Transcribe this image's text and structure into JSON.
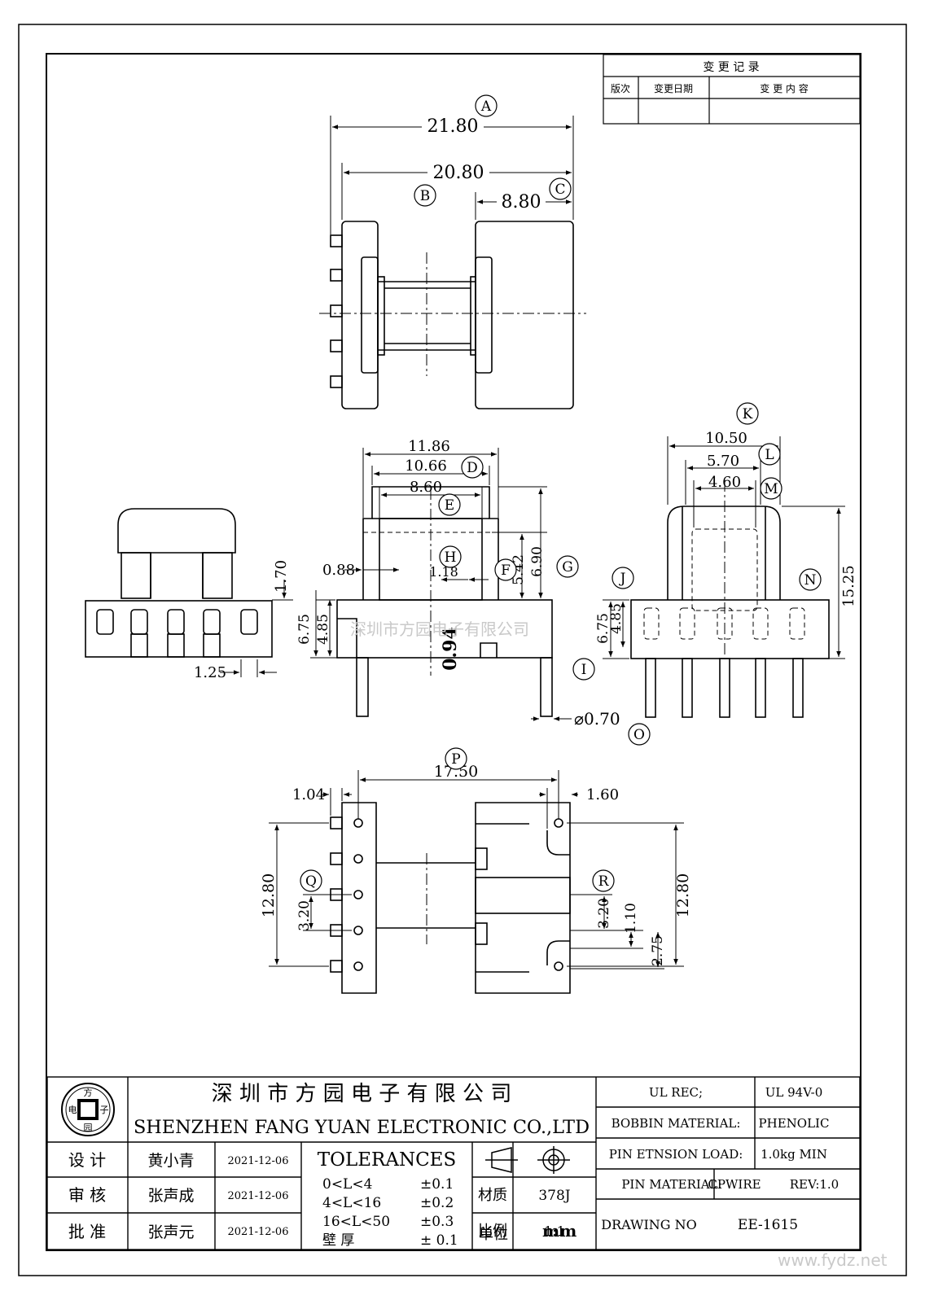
{
  "revision_table": {
    "title": "变 更 记 录",
    "headers": [
      "版次",
      "变更日期",
      "变 更 内 容"
    ]
  },
  "dimensions": {
    "top": {
      "d21_80": "21.80",
      "d20_80": "20.80",
      "d8_80": "8.80"
    },
    "middle": {
      "d11_86": "11.86",
      "d10_66": "10.66",
      "d8_60": "8.60",
      "d0_88": "0.88",
      "d1_18": "1.18",
      "d5_42": "5.42",
      "d6_90": "6.90",
      "d1_70": "1.70",
      "d4_85": "4.85",
      "d6_75": "6.75",
      "d1_25": "1.25",
      "d0_94": "0.94",
      "d0_70": "⌀0.70"
    },
    "right": {
      "d10_50": "10.50",
      "d5_70": "5.70",
      "d4_60": "4.60",
      "d15_25": "15.25",
      "d6_75": "6.75",
      "d4_85": "4.85"
    },
    "bottom": {
      "d17_50": "17.50",
      "d1_04": "1.04",
      "d1_60": "1.60",
      "d12_80a": "12.80",
      "d3_20a": "3.20",
      "d3_20b": "3.20",
      "d1_10": "1.10",
      "d2_75": "2.75",
      "d12_80b": "12.80"
    }
  },
  "callouts": [
    "A",
    "B",
    "C",
    "D",
    "E",
    "F",
    "G",
    "H",
    "I",
    "J",
    "K",
    "L",
    "M",
    "N",
    "O",
    "P",
    "Q",
    "R"
  ],
  "watermarks": {
    "center": "深圳市方园电子有限公司",
    "corner": "www.fydz.net"
  },
  "title_block": {
    "company_cn": "深 圳 市 方 园 电 子 有 限 公 司",
    "company_en": "SHENZHEN FANG YUAN ELECTRONIC CO.,LTD",
    "logo_chars": [
      "方",
      "电",
      "子",
      "园"
    ],
    "roles": [
      {
        "role": "设 计",
        "name": "黄小青",
        "date": "2021-12-06"
      },
      {
        "role": "审 核",
        "name": "张声成",
        "date": "2021-12-06"
      },
      {
        "role": "批 准",
        "name": "张声元",
        "date": "2021-12-06"
      }
    ],
    "tolerances_title": "TOLERANCES",
    "tolerances": [
      {
        "range": "0<L<4",
        "tol": "±0.1"
      },
      {
        "range": "4<L<16",
        "tol": "±0.2"
      },
      {
        "range": "16<L<50",
        "tol": "±0.3"
      },
      {
        "range": "壁 厚",
        "tol": "± 0.1"
      }
    ],
    "material_label": "材质",
    "material_value": "378J",
    "scale_label": "比例",
    "scale_value": "1:1",
    "unit_label": "单位",
    "unit_value": "mm",
    "ul_rec_label": "UL REC;",
    "ul_rec_value": "UL  94V-0",
    "bobbin_material_label": "BOBBIN MATERIAL:",
    "bobbin_material_value": "PHENOLIC",
    "pin_tension_label": "PIN ETNSION LOAD:",
    "pin_tension_value": "1.0kg MIN",
    "pin_material_label": "PIN MATERIAL:",
    "pin_material_value": "CPWIRE",
    "rev_value": "REV:1.0",
    "drawing_no_label": "DRAWING NO",
    "drawing_no_value": "EE-1615"
  }
}
